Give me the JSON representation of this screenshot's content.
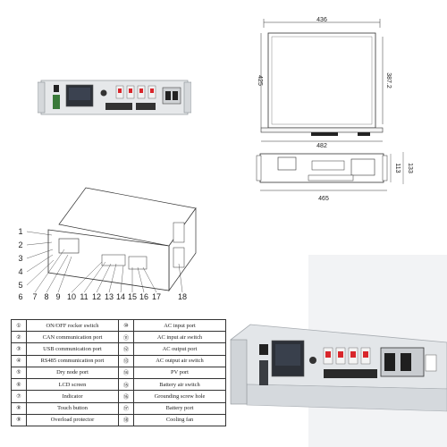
{
  "dimensions": {
    "top_width": "436",
    "front_height": "425",
    "front_inner_height": "387.2",
    "base_width": "482",
    "side_height_inner": "113",
    "side_height_outer": "133",
    "side_width": "465"
  },
  "callouts": [
    "1",
    "2",
    "3",
    "4",
    "5",
    "6",
    "7",
    "8",
    "9",
    "10",
    "11",
    "12",
    "13",
    "14",
    "15",
    "16",
    "17",
    "18"
  ],
  "legend": [
    {
      "num": "①",
      "label": "ON/OFF rocker switch",
      "num2": "⑩",
      "label2": "AC input port"
    },
    {
      "num": "②",
      "label": "CAN communication port",
      "num2": "⑪",
      "label2": "AC input air switch"
    },
    {
      "num": "③",
      "label": "USB communication port",
      "num2": "⑫",
      "label2": "AC output port"
    },
    {
      "num": "④",
      "label": "RS485 communication port",
      "num2": "⑬",
      "label2": "AC output air switch"
    },
    {
      "num": "⑤",
      "label": "Dry node port",
      "num2": "⑭",
      "label2": "PV port"
    },
    {
      "num": "⑥",
      "label": "LCD screen",
      "num2": "⑮",
      "label2": "Battery air switch"
    },
    {
      "num": "⑦",
      "label": "Indicator",
      "num2": "⑯",
      "label2": "Grounding screw hole"
    },
    {
      "num": "⑧",
      "label": "Touch button",
      "num2": "⑰",
      "label2": "Battery port"
    },
    {
      "num": "⑨",
      "label": "Overload protector",
      "num2": "⑱",
      "label2": "Cooling fan"
    }
  ],
  "colors": {
    "switch_red": "#d8262b",
    "line": "#333333",
    "photo_bg": "#e9ebee",
    "lcd": "#2d3138"
  }
}
